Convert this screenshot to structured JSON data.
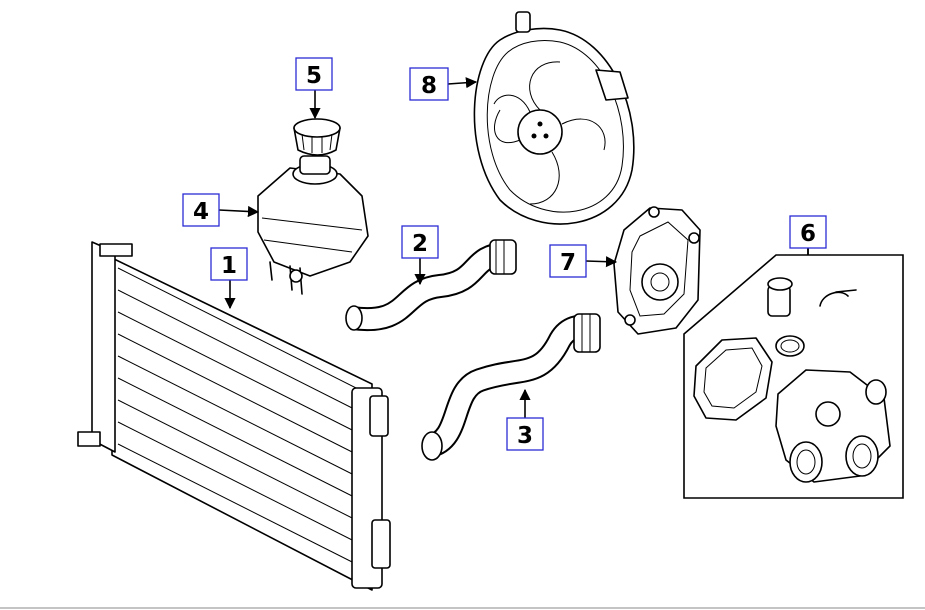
{
  "callouts": [
    {
      "id": "radiator",
      "label": "1"
    },
    {
      "id": "upper-hose",
      "label": "2"
    },
    {
      "id": "lower-hose",
      "label": "3"
    },
    {
      "id": "expansion-tank",
      "label": "4"
    },
    {
      "id": "tank-cap",
      "label": "5"
    },
    {
      "id": "thermostat-kit",
      "label": "6"
    },
    {
      "id": "thermostat-housing",
      "label": "7"
    },
    {
      "id": "cooling-fan",
      "label": "8"
    }
  ],
  "colors": {
    "callout_border": "#2b2bd6",
    "line": "#000000",
    "background": "#ffffff"
  }
}
